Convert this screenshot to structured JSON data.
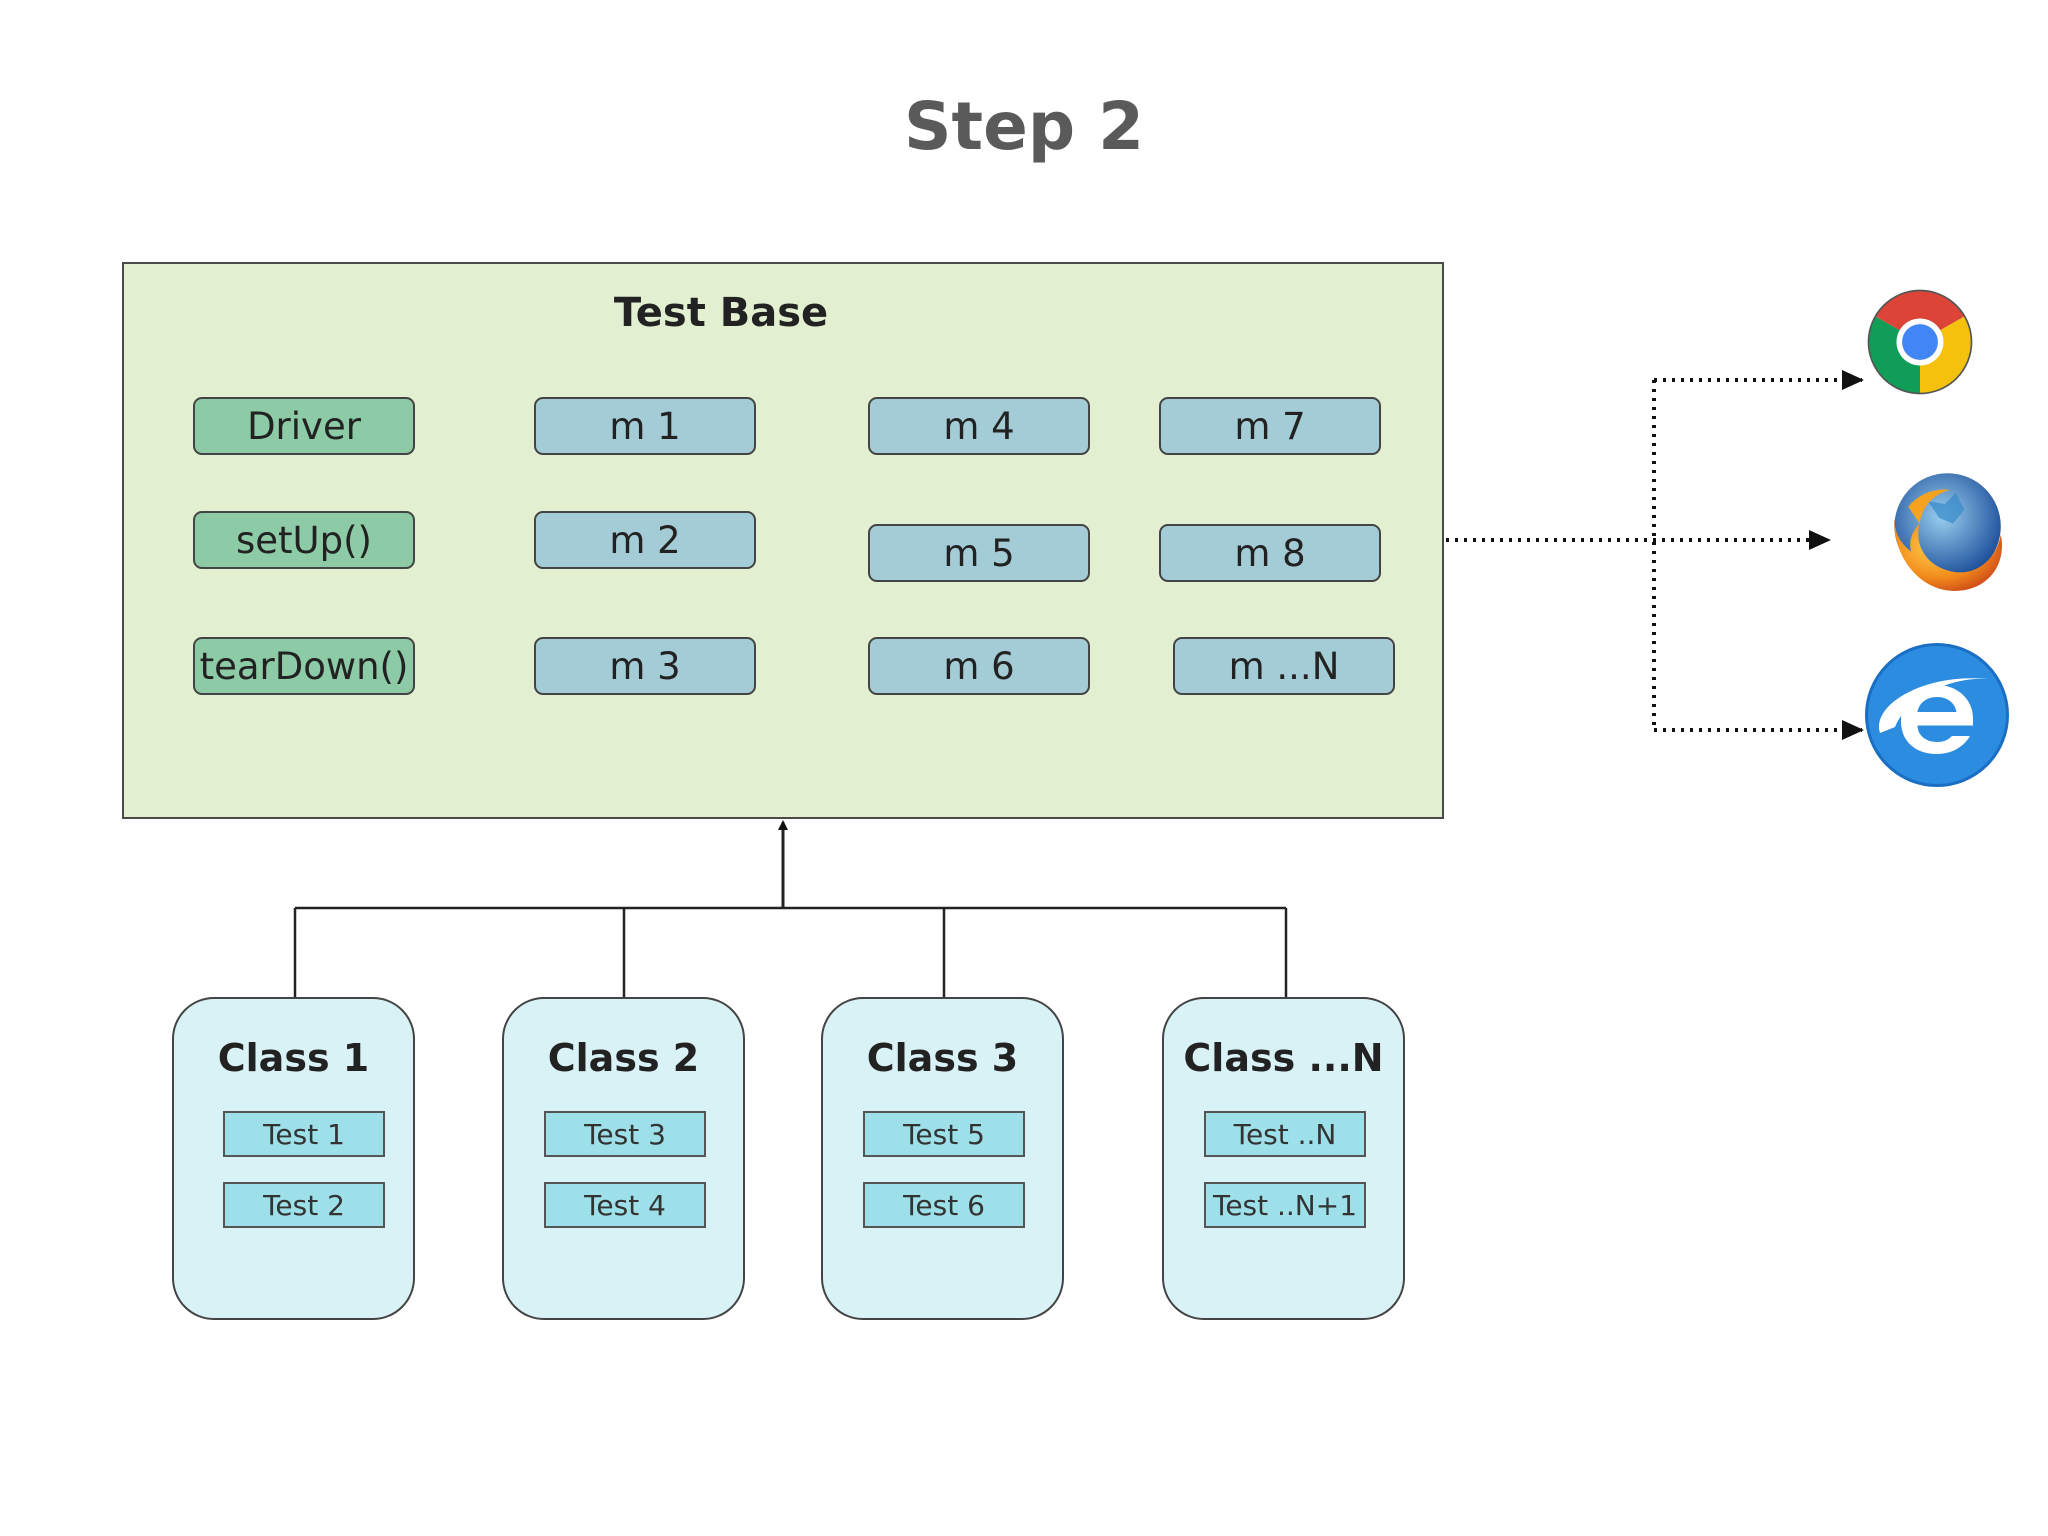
{
  "title": "Step 2",
  "test_base": {
    "title": "Test Base",
    "lifecycle": [
      "Driver",
      "setUp()",
      "tearDown()"
    ],
    "methods": [
      "m 1",
      "m 2",
      "m 3",
      "m 4",
      "m 5",
      "m 6",
      "m 7",
      "m 8",
      "m ...N"
    ]
  },
  "classes": [
    {
      "name": "Class 1",
      "tests": [
        "Test 1",
        "Test 2"
      ]
    },
    {
      "name": "Class 2",
      "tests": [
        "Test 3",
        "Test 4"
      ]
    },
    {
      "name": "Class 3",
      "tests": [
        "Test 5",
        "Test 6"
      ]
    },
    {
      "name": "Class ...N",
      "tests": [
        "Test ..N",
        "Test ..N+1"
      ]
    }
  ],
  "browsers": [
    {
      "name": "chrome-icon"
    },
    {
      "name": "firefox-icon"
    },
    {
      "name": "internet-explorer-icon"
    }
  ],
  "colors": {
    "test_base_bg": "#e2f0d1",
    "lifecycle_fill": "#8ccba5",
    "method_fill": "#a4ccd6",
    "class_bg": "#d8f2f6",
    "test_fill": "#9ee0e9"
  }
}
